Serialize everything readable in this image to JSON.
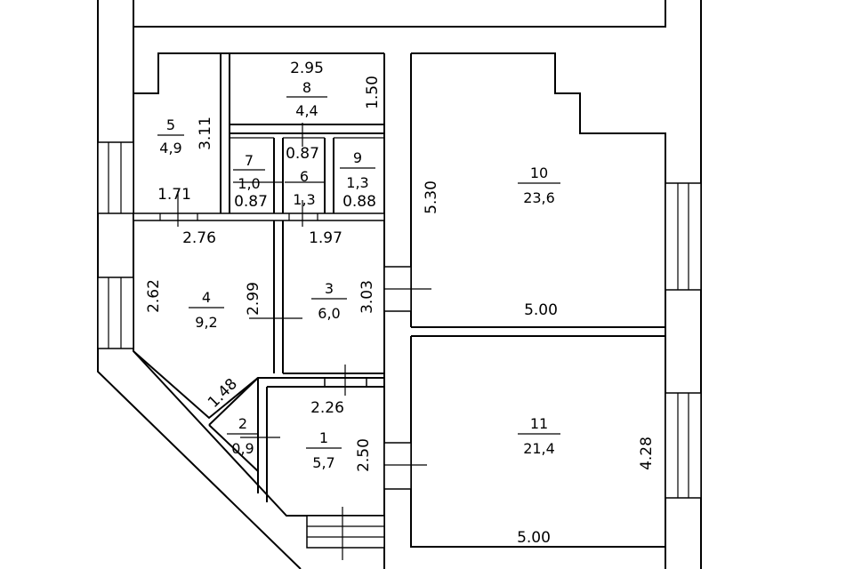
{
  "rooms": [
    {
      "id": "r1",
      "number": "1",
      "area": "5,7"
    },
    {
      "id": "r2",
      "number": "2",
      "area": "0,9"
    },
    {
      "id": "r3",
      "number": "3",
      "area": "6,0"
    },
    {
      "id": "r4",
      "number": "4",
      "area": "9,2"
    },
    {
      "id": "r5",
      "number": "5",
      "area": "4,9"
    },
    {
      "id": "r6",
      "number": "6",
      "area": "1,3"
    },
    {
      "id": "r7",
      "number": "7",
      "area": "1,0"
    },
    {
      "id": "r8",
      "number": "8",
      "area": "4,4"
    },
    {
      "id": "r9",
      "number": "9",
      "area": "1,3"
    },
    {
      "id": "r10",
      "number": "10",
      "area": "23,6"
    },
    {
      "id": "r11",
      "number": "11",
      "area": "21,4"
    }
  ],
  "dimensions": {
    "r8_width": "2.95",
    "r8_height": "1.50",
    "r5_height": "3.11",
    "r5_width": "1.71",
    "r8_lower": "0.87",
    "r7_width": "0.87",
    "r9_width": "0.88",
    "r4_top": "2.76",
    "r3_top": "1.97",
    "r4_left": "2.62",
    "r4_right": "2.99",
    "r3_right": "3.03",
    "r10_height": "5.30",
    "r10_width": "5.00",
    "r2_diag": "1.48",
    "r1_top": "2.26",
    "r1_right": "2.50",
    "r11_height": "4.28",
    "r11_width": "5.00"
  }
}
